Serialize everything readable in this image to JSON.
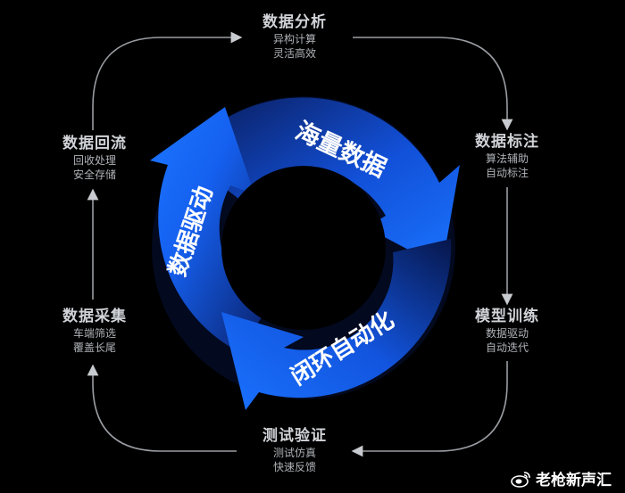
{
  "nodes": {
    "analysis": {
      "title": "数据分析",
      "line1": "异构计算",
      "line2": "灵活高效"
    },
    "label": {
      "title": "数据标注",
      "line1": "算法辅助",
      "line2": "自动标注"
    },
    "train": {
      "title": "模型训练",
      "line1": "数据驱动",
      "line2": "自动迭代"
    },
    "test": {
      "title": "测试验证",
      "line1": "测试仿真",
      "line2": "快速反馈"
    },
    "collect": {
      "title": "数据采集",
      "line1": "车端筛选",
      "line2": "覆盖长尾"
    },
    "return": {
      "title": "数据回流",
      "line1": "回收处理",
      "line2": "安全存储"
    }
  },
  "cycle": {
    "top": "海量数据",
    "left": "数据驱动",
    "bottom": "闭环自动化"
  },
  "watermark": "老枪新声汇",
  "colors": {
    "ring": "#1769f5",
    "ring_dark": "#0b2f8a",
    "text_muted": "#bfc3c8",
    "line": "#9a9ea3"
  }
}
